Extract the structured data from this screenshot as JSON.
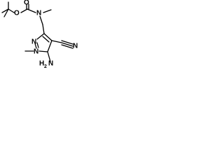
{
  "structure": {
    "atoms": {
      "carbonyl_oxygen": "O",
      "ester_oxygen": "O",
      "amide_nitrogen": "N",
      "ring_nitrogen_2": "N",
      "ring_nitrogen_1": "N",
      "amino_group_n": "H",
      "amino_group_h": "N",
      "amino_sub": "2",
      "nitrile_nitrogen": "N"
    }
  },
  "colors": {
    "bond": "#000000",
    "label": "#000000",
    "background": "#ffffff"
  }
}
